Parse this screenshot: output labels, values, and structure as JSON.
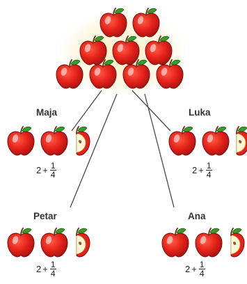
{
  "people": [
    {
      "name": "Maja",
      "whole": "2",
      "plus": "+",
      "numerator": "1",
      "denominator": "4"
    },
    {
      "name": "Luka",
      "whole": "2",
      "plus": "+",
      "numerator": "1",
      "denominator": "4"
    },
    {
      "name": "Petar",
      "whole": "2",
      "plus": "+",
      "numerator": "1",
      "denominator": "4"
    },
    {
      "name": "Ana",
      "whole": "2",
      "plus": "+",
      "numerator": "1",
      "denominator": "4"
    }
  ],
  "apple_pile_count": 9,
  "apples_per_person": {
    "whole": 2,
    "quarters": 1
  },
  "colors": {
    "apple_red": "#e4221b",
    "apple_dark": "#b31410",
    "leaf_green": "#3a9a2a",
    "stem_brown": "#6b3e1e",
    "pile_glow": "#fbeec4",
    "apple_flesh": "#fff6d6",
    "line": "#4a4a4a"
  },
  "icons": [
    "apple-icon",
    "apple-quarter-icon"
  ]
}
